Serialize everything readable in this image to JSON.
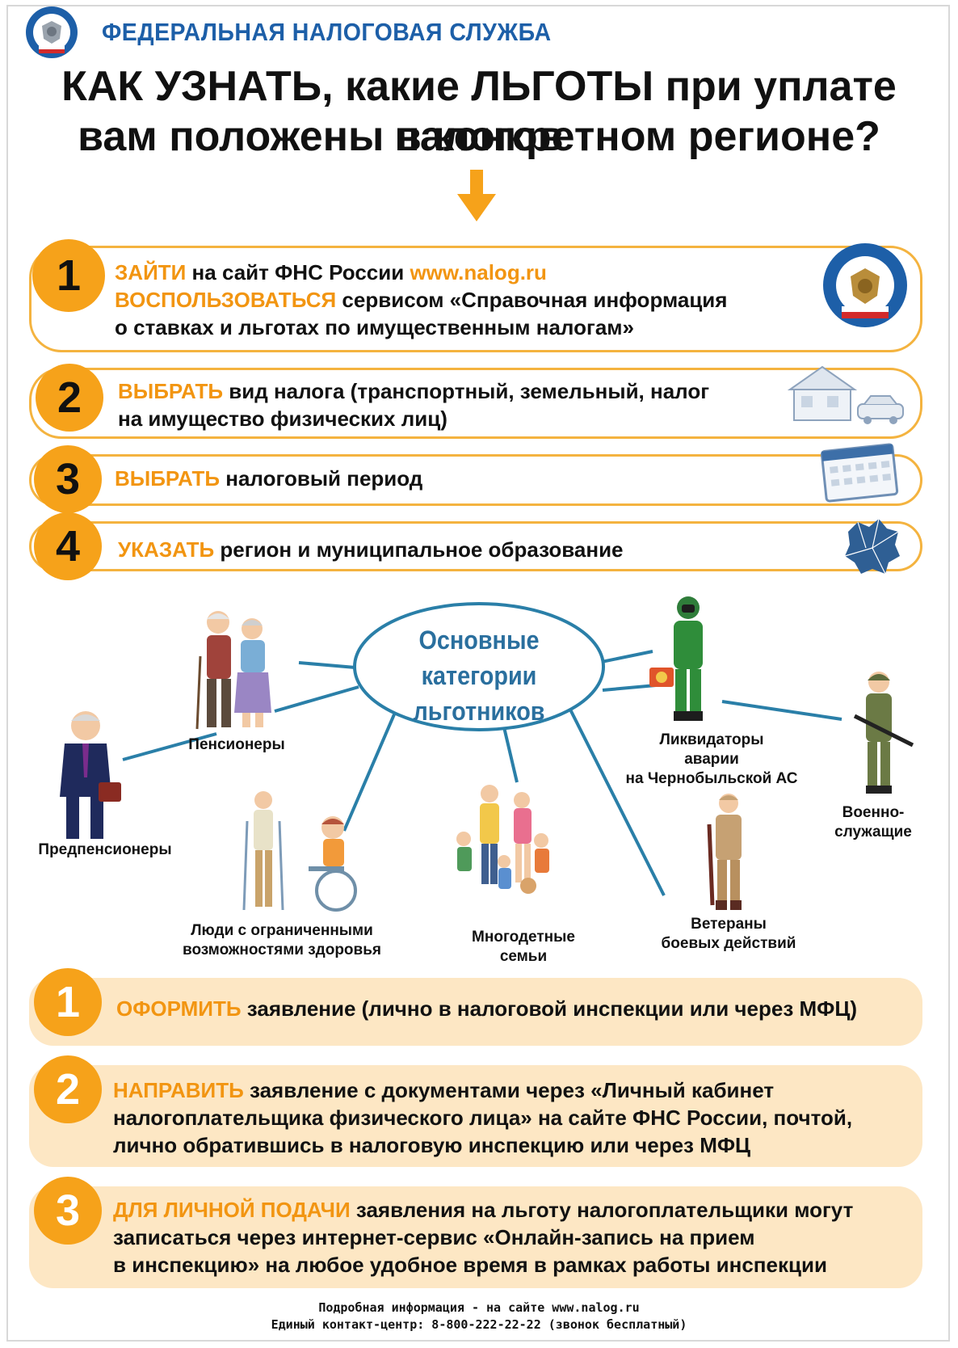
{
  "header": {
    "org_name": "ФЕДЕРАЛЬНАЯ НАЛОГОВАЯ СЛУЖБА",
    "title_line1": "КАК УЗНАТЬ, какие ЛЬГОТЫ при уплате налогов",
    "title_line2": "вам положены в конкретном регионе?"
  },
  "steps": [
    {
      "number": "1",
      "line1_hl": "ЗАЙТИ",
      "line1_text": " на сайт ФНС России ",
      "line1_link": "www.nalog.ru",
      "line2_hl": "ВОСПОЛЬЗОВАТЬСЯ",
      "line2_text": " сервисом «Справочная информация",
      "line3_text": "о ставках и льготах по имущественным налогам»"
    },
    {
      "number": "2",
      "line1_hl": "ВЫБРАТЬ",
      "line1_text": " вид налога (транспортный, земельный, налог",
      "line2_text": "на имущество физических лиц)"
    },
    {
      "number": "3",
      "hl": "ВЫБРАТЬ",
      "text": " налоговый период"
    },
    {
      "number": "4",
      "hl": "УКАЗАТЬ",
      "text": " регион и муниципальное образование"
    }
  ],
  "categories": {
    "center_line1": "Основные",
    "center_line2": "категории",
    "center_line3": "льготников",
    "pensioners": "Пенсионеры",
    "pre_pensioners": "Предпенсионеры",
    "disabled_line1": "Люди с ограниченными",
    "disabled_line2": "возможностями здоровья",
    "large_families_line1": "Многодетные",
    "large_families_line2": "семьи",
    "chernobyl_line1": "Ликвидаторы",
    "chernobyl_line2": "аварии",
    "chernobyl_line3": "на Чернобыльской АС",
    "military_line1": "Военно-",
    "military_line2": "служащие",
    "veterans_line1": "Ветераны",
    "veterans_line2": "боевых действий"
  },
  "actions": [
    {
      "number": "1",
      "hl": "ОФОРМИТЬ",
      "line1": " заявление (лично в налоговой инспекции или через МФЦ)"
    },
    {
      "number": "2",
      "hl": "НАПРАВИТЬ",
      "line1": " заявление с документами через «Личный кабинет",
      "line2": "налогоплательщика физического лица» на сайте ФНС России, почтой,",
      "line3": "лично обратившись в налоговую инспекцию или через МФЦ"
    },
    {
      "number": "3",
      "hl": "ДЛЯ ЛИЧНОЙ ПОДАЧИ",
      "line1": " заявления на льготу налогоплательщики могут",
      "line2": "записаться через интернет-сервис «Онлайн-запись на прием",
      "line3": "в инспекцию» на любое удобное время в рамках работы инспекции"
    }
  ],
  "footer": {
    "line1": "Подробная информация - на сайте www.nalog.ru",
    "line2": "Единый контакт-центр: 8-800-222-22-22 (звонок бесплатный)"
  },
  "icons": {
    "logo": "fns-emblem-icon",
    "arrow": "arrow-down-icon",
    "house": "house-car-icon",
    "calendar": "calendar-icon",
    "map": "region-map-icon"
  },
  "colors": {
    "accent": "#f6a21a",
    "brand_blue": "#1d5fa8",
    "action_bg": "#fde7c4",
    "line_blue": "#2a7fa8"
  }
}
